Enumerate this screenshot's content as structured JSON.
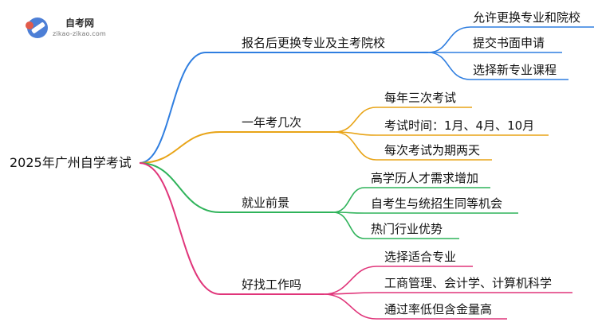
{
  "logo": {
    "title": "自考网",
    "url": "zikao-zikao.com"
  },
  "root": "2025年广州自学考试",
  "branches": [
    {
      "label": "报名后更换专业及主考院校",
      "color": "#2f7ee0",
      "children": [
        "允许更换专业和院校",
        "提交书面申请",
        "选择新专业课程"
      ]
    },
    {
      "label": "一年考几次",
      "color": "#e8a417",
      "children": [
        "每年三次考试",
        "考试时间：1月、4月、10月",
        "每次考试为期两天"
      ]
    },
    {
      "label": "就业前景",
      "color": "#2fb35a",
      "children": [
        "高学历人才需求增加",
        "自考生与统招生同等机会",
        "热门行业优势"
      ]
    },
    {
      "label": "好找工作吗",
      "color": "#e0357a",
      "children": [
        "选择适合专业",
        "工商管理、会计学、计算机科学",
        "通过率低但含金量高"
      ]
    }
  ]
}
